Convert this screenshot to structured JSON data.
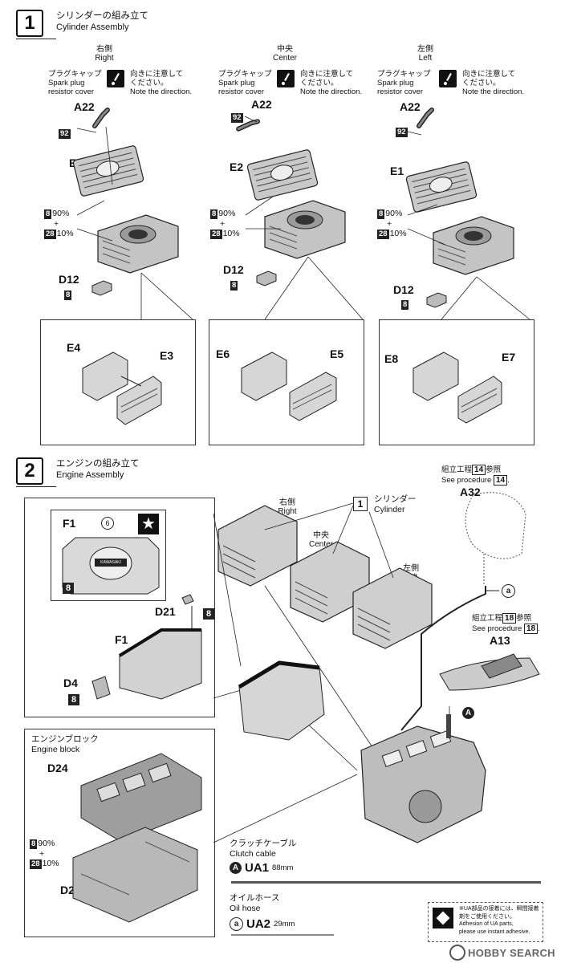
{
  "step1": {
    "number": "1",
    "title_jp": "シリンダーの組み立て",
    "title_en": "Cylinder Assembly",
    "columns": [
      {
        "pos_jp": "右側",
        "pos_en": "Right",
        "cap_jp": "プラグキャップ",
        "cap_en1": "Spark plug",
        "cap_en2": "resistor cover",
        "note_jp1": "向きに注意して",
        "note_jp2": "ください。",
        "note_en": "Note the direction.",
        "plug_part": "A22",
        "wire_code": "92",
        "head_part": "E1",
        "color_a": "8",
        "pct_a": "90%",
        "plus": "+",
        "color_b": "28",
        "pct_b": "10%",
        "base_part": "D12",
        "base_color": "8",
        "detail_left": "E4",
        "detail_right": "E3"
      },
      {
        "pos_jp": "中央",
        "pos_en": "Center",
        "cap_jp": "プラグキャップ",
        "cap_en1": "Spark plug",
        "cap_en2": "resistor cover",
        "note_jp1": "向きに注意して",
        "note_jp2": "ください。",
        "note_en": "Note the direction.",
        "plug_part": "A22",
        "wire_code": "92",
        "head_part": "E2",
        "color_a": "8",
        "pct_a": "90%",
        "plus": "+",
        "color_b": "28",
        "pct_b": "10%",
        "base_part": "D12",
        "base_color": "8",
        "detail_left": "E6",
        "detail_right": "E5"
      },
      {
        "pos_jp": "左側",
        "pos_en": "Left",
        "cap_jp": "プラグキャップ",
        "cap_en1": "Spark plug",
        "cap_en2": "resistor cover",
        "note_jp1": "向きに注意して",
        "note_jp2": "ください。",
        "note_en": "Note the direction.",
        "plug_part": "A22",
        "wire_code": "92",
        "head_part": "E1",
        "color_a": "8",
        "pct_a": "90%",
        "plus": "+",
        "color_b": "28",
        "pct_b": "10%",
        "base_part": "D12",
        "base_color": "8",
        "detail_left": "E8",
        "detail_right": "E7"
      }
    ]
  },
  "step2": {
    "number": "2",
    "title_jp": "エンジンの組み立て",
    "title_en": "Engine Assembly",
    "cover_inset": {
      "part": "F1",
      "decal": "6",
      "color": "8",
      "emblem_text": "KAWASAKI"
    },
    "cover": {
      "d21": "D21",
      "d21_color": "8",
      "f1": "F1",
      "d4": "D4",
      "d4_color": "8"
    },
    "cylinder_ref": {
      "num": "1",
      "jp": "シリンダー",
      "en": "Cylinder"
    },
    "cyl_labels": [
      {
        "jp": "右側",
        "en": "Right"
      },
      {
        "jp": "中央",
        "en": "Center"
      },
      {
        "jp": "左側",
        "en": "Left"
      }
    ],
    "proc14": {
      "jp_pre": "組立工程",
      "num": "14",
      "jp_post": "参照",
      "en": "See procedure",
      "part": "A32"
    },
    "proc18": {
      "jp_pre": "組立工程",
      "num": "18",
      "jp_post": "参照",
      "en": "See procedure",
      "part": "A13"
    },
    "marker_a_open": "a",
    "marker_a_fill": "A",
    "engine_block": {
      "jp": "エンジンブロック",
      "en": "Engine block",
      "top": "D24",
      "bottom": "D23",
      "color_a": "8",
      "pct_a": "90%",
      "plus": "+",
      "color_b": "28",
      "pct_b": "10%"
    },
    "clutch_cable": {
      "jp": "クラッチケーブル",
      "en": "Clutch cable",
      "marker": "A",
      "code": "UA1",
      "length": "88mm"
    },
    "oil_hose": {
      "jp": "オイルホース",
      "en": "Oil hose",
      "marker": "a",
      "code": "UA2",
      "length": "29mm"
    },
    "ua_note": {
      "l1": "※UA部品の接着には、瞬間接着",
      "l2": "剤をご使用ください。",
      "l3": "Adhesion of UA parts,",
      "l4": "please use instant adhesive."
    }
  },
  "watermark": "HOBBY SEARCH"
}
